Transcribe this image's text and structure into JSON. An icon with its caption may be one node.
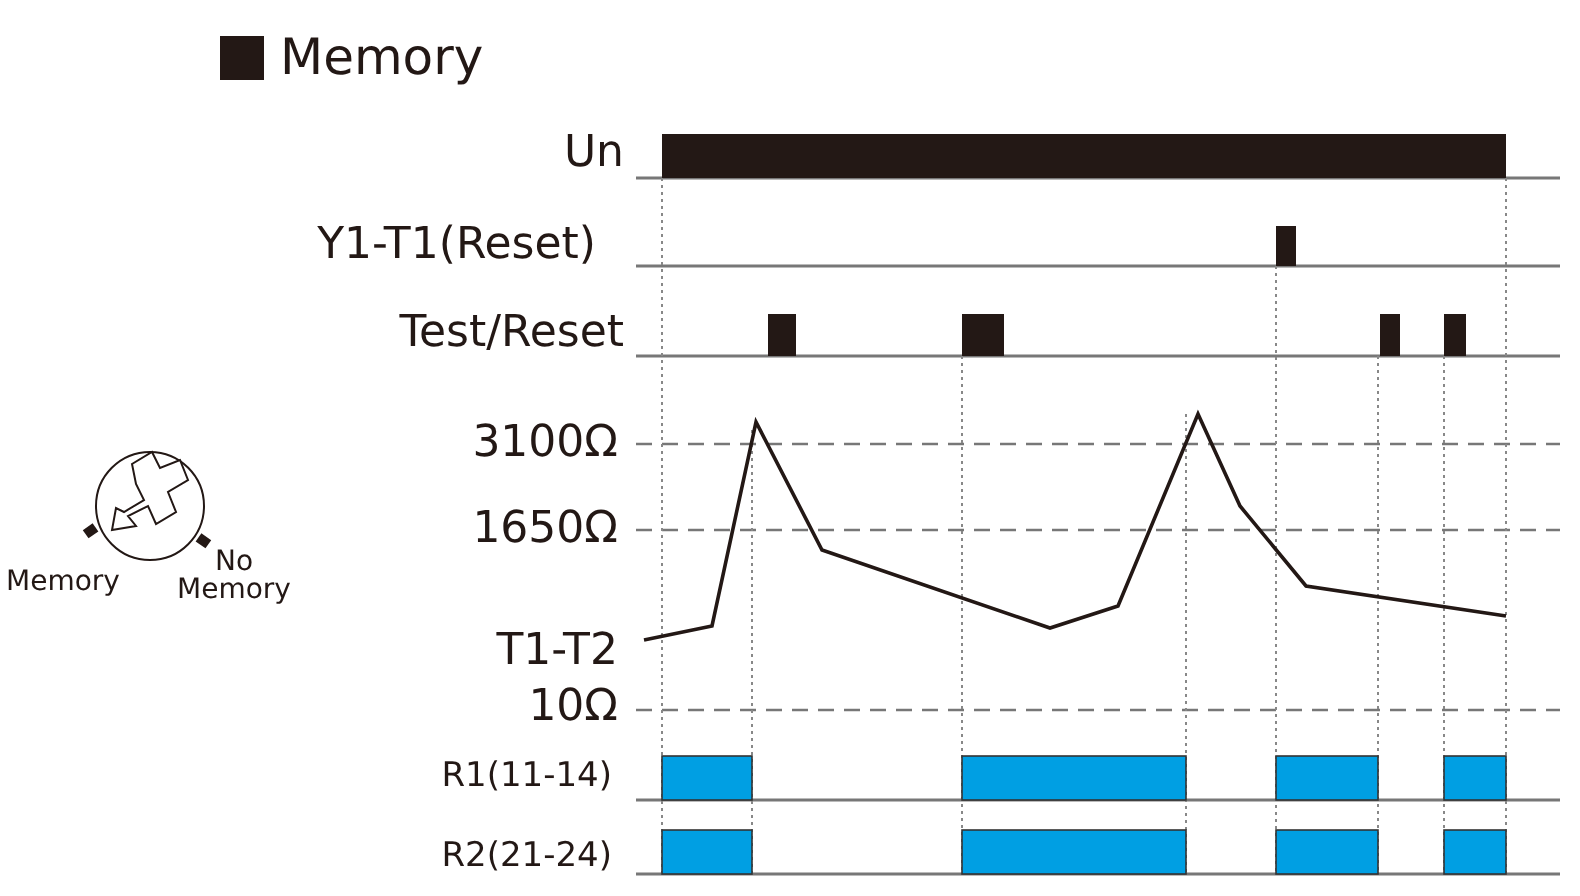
{
  "diagram": {
    "labels": [
      "Un",
      "Y1-T1(Reset)",
      "Test/Reset",
      "3100Ω",
      "1650Ω",
      "T1-T2",
      "10Ω",
      "R1(11-14)",
      "R2(21-24)",
      "Memory",
      "No Memory"
    ],
    "legend": [
      {
        "text": "Memory",
        "color": "#231815"
      }
    ]
  }
}
